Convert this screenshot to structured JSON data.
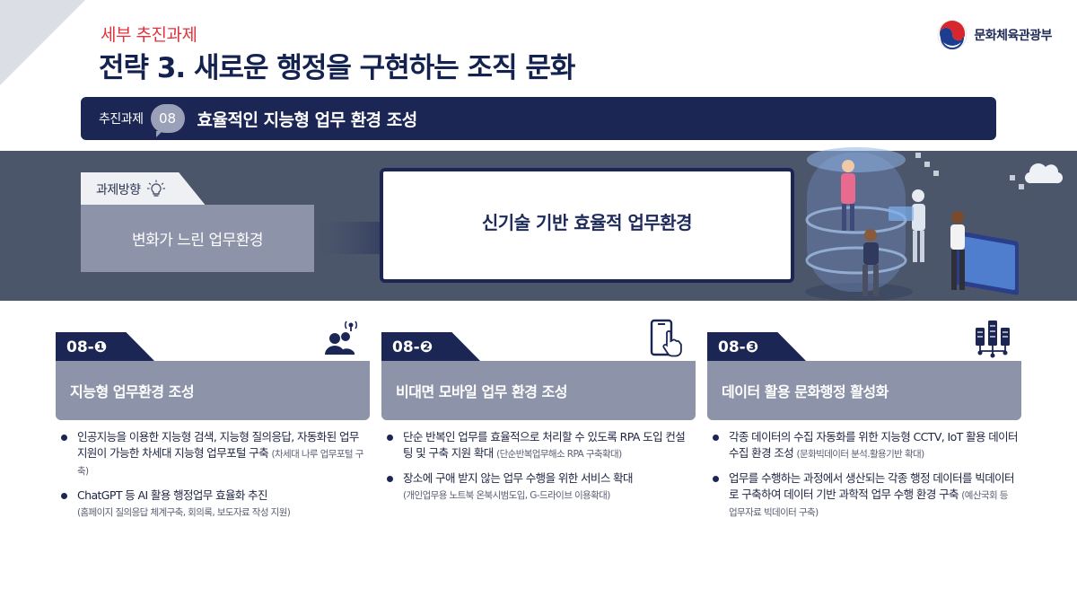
{
  "header": {
    "subtitle": "세부 추진과제",
    "title": "전략 3. 새로운 행정을 구현하는 조직 문화",
    "ministry": "문화체육관광부"
  },
  "task": {
    "label": "추진과제",
    "number": "08",
    "title": "효율적인 지능형 업무 환경 조성"
  },
  "direction": {
    "tab_label": "과제방향",
    "from": "변화가 느린 업무환경",
    "to": "신기술 기반 효율적 업무환경"
  },
  "cards": [
    {
      "code": "08-❶",
      "title": "지능형 업무환경 조성",
      "icon": "people-broadcast-icon",
      "bullets": [
        {
          "text": "인공지능을 이용한 지능형 검색, 지능형 질의응답, 자동화된 업무지원이 가능한 차세대 지능형 업무포털 구축",
          "note": "(차세대 나루 업무포털 구축)"
        },
        {
          "text": "ChatGPT 등 AI 활용 행정업무 효율화 추진",
          "note": "(홈페이지 질의응답 체계구축, 회의록, 보도자료 작성 지원)"
        }
      ]
    },
    {
      "code": "08-❷",
      "title": "비대면 모바일 업무 환경 조성",
      "icon": "mobile-touch-icon",
      "bullets": [
        {
          "text": "단순 반복인 업무를 효율적으로 처리할 수 있도록 RPA 도입 컨설팅 및 구축 지원 확대",
          "note": "(단순반복업무해소 RPA 구축확대)"
        },
        {
          "text": "장소에 구애 받지 않는 업무 수행을 위한 서비스 확대",
          "note": "(개인업무용 노트북 온북시범도입, G-드라이브 이용확대)"
        }
      ]
    },
    {
      "code": "08-❸",
      "title": "데이터 활용 문화행정 활성화",
      "icon": "server-network-icon",
      "bullets": [
        {
          "text": "각종 데이터의 수집 자동화를 위한 지능형 CCTV, IoT 활용 데이터 수집 환경 조성",
          "note": "(문화빅데이터 분석.활용기반 확대)"
        },
        {
          "text": "업무를 수행하는 과정에서 생산되는 각종 행정 데이터를 빅데이터로 구축하여 데이터 기반 과학적 업무 수행 환경 구축",
          "note": "(예산국회 등 업무자료 빅데이터 구축)"
        }
      ]
    }
  ],
  "colors": {
    "navy": "#1b2655",
    "accent_red": "#e0333d",
    "slate_band": "#4c566b",
    "card_head": "#8d93a8"
  }
}
